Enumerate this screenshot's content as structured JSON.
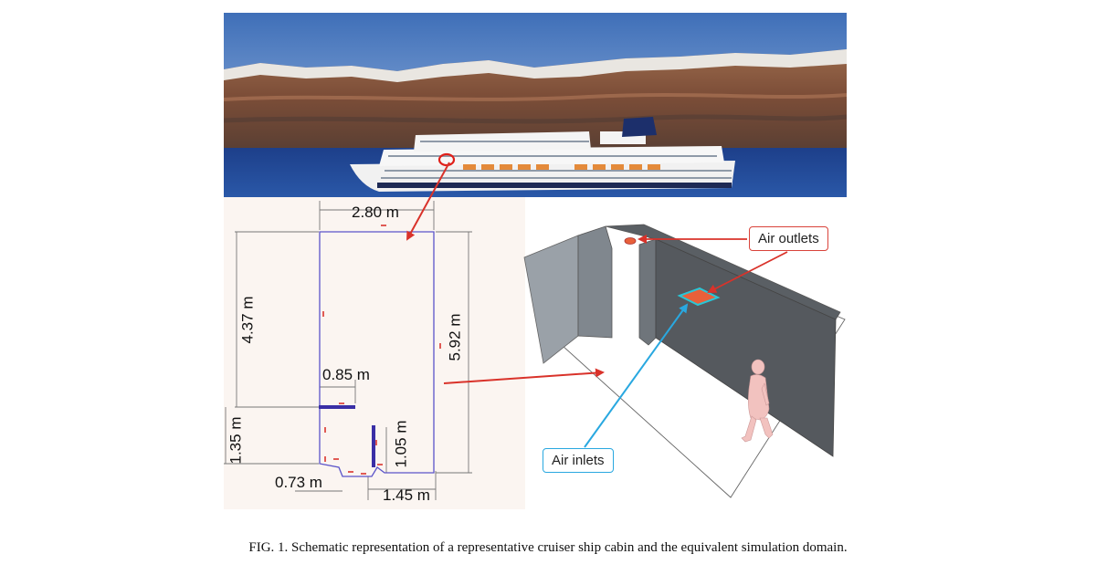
{
  "figure": {
    "caption": "FIG. 1. Schematic representation of a representative cruiser ship cabin and the equivalent simulation domain.",
    "photo": {
      "description_icon": "cruise-ship-photo"
    },
    "floor_plan": {
      "dimensions": {
        "width_top": "2.80 m",
        "height_upper": "4.37 m",
        "height_total": "5.92 m",
        "partition_width": "0.85 m",
        "height_lower": "1.35 m",
        "wall_height": "1.05 m",
        "offset_left": "0.73 m",
        "width_bottom": "1.45 m"
      }
    },
    "simulation_domain": {
      "outlet_label": "Air outlets",
      "inlet_label": "Air inlets"
    },
    "colors": {
      "arrow_red": "#d9322a",
      "arrow_blue": "#29a8e0",
      "plan_line": "#5b54c9",
      "wall_dark": "#55595e",
      "wall_light": "#9aa1a8",
      "outlet_fill": "#e8603a"
    }
  }
}
